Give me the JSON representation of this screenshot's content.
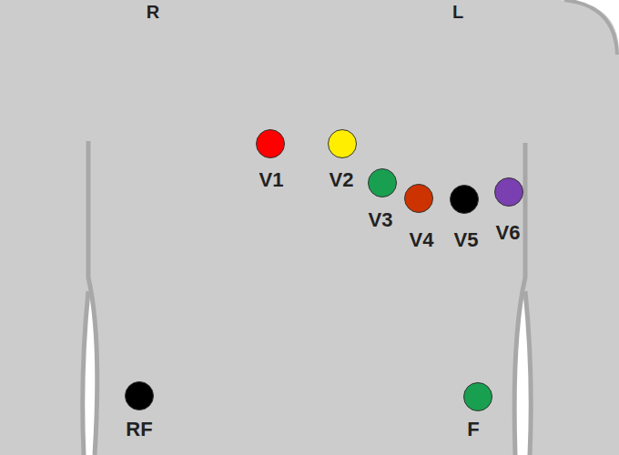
{
  "diagram": {
    "nodes": [
      {
        "text": [
          "V1"
        ]
      },
      {
        "text": [
          "V2"
        ]
      },
      {
        "text": [
          "V3"
        ]
      },
      {
        "text": [
          "V4"
        ]
      },
      {
        "text": [
          "V5"
        ]
      },
      {
        "text": [
          "V6"
        ]
      },
      {
        "text": [
          "RF"
        ]
      },
      {
        "text": [
          "F"
        ]
      }
    ],
    "labels": [
      "R",
      "L"
    ]
  }
}
